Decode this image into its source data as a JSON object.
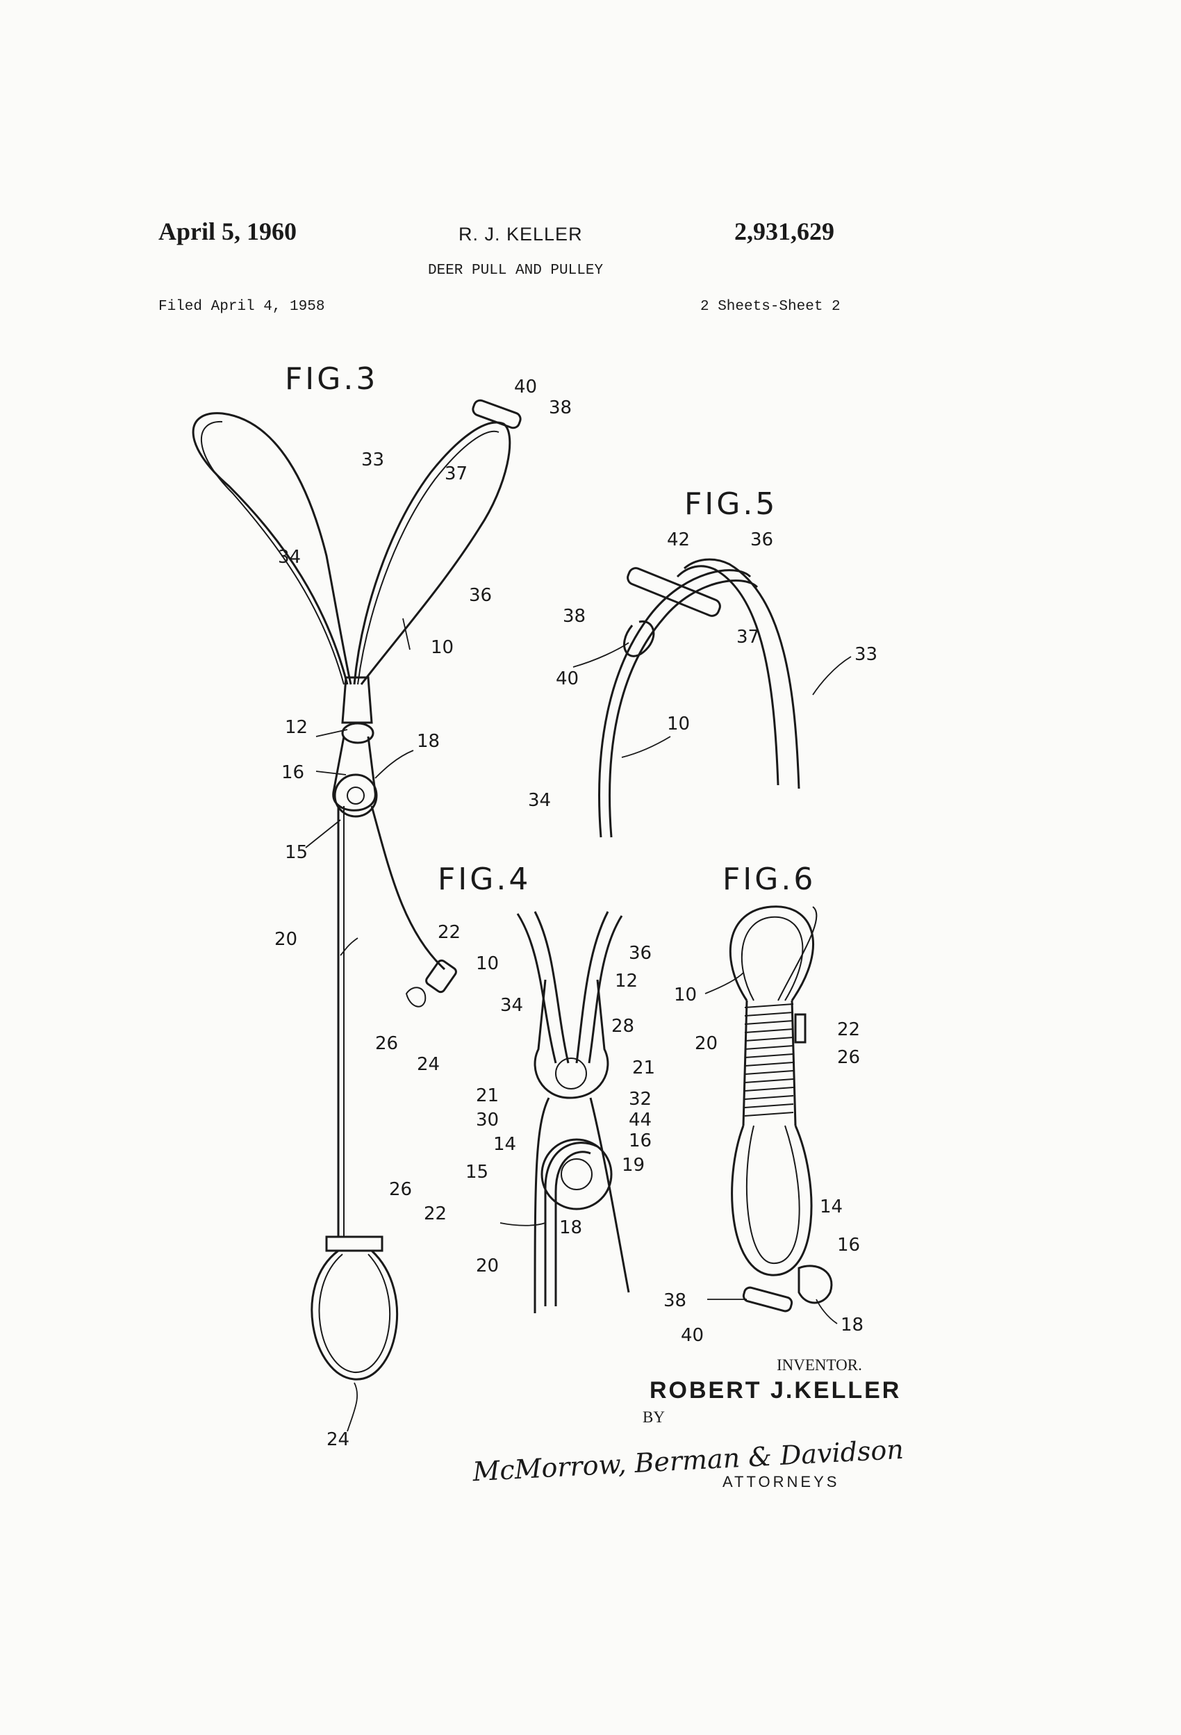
{
  "header": {
    "date": "April 5, 1960",
    "inventor": "R. J. KELLER",
    "patent_number": "2,931,629",
    "title": "DEER PULL AND PULLEY",
    "filed": "Filed April 4, 1958",
    "sheets": "2 Sheets-Sheet 2"
  },
  "figures": {
    "fig3": {
      "label": "FIG.3",
      "refs": [
        "40",
        "38",
        "33",
        "37",
        "34",
        "36",
        "10",
        "12",
        "18",
        "16",
        "15",
        "20",
        "22",
        "26",
        "24",
        "26",
        "22",
        "24"
      ]
    },
    "fig4": {
      "label": "FIG.4",
      "refs": [
        "10",
        "36",
        "34",
        "12",
        "28",
        "21",
        "21",
        "32",
        "30",
        "44",
        "14",
        "16",
        "15",
        "19",
        "18",
        "20"
      ]
    },
    "fig5": {
      "label": "FIG.5",
      "refs": [
        "42",
        "36",
        "38",
        "37",
        "33",
        "40",
        "10",
        "34"
      ]
    },
    "fig6": {
      "label": "FIG.6",
      "refs": [
        "10",
        "22",
        "20",
        "26",
        "14",
        "16",
        "38",
        "18",
        "40"
      ]
    }
  },
  "signature_block": {
    "inventor_label": "INVENTOR.",
    "inventor_name": "ROBERT J.KELLER",
    "by": "BY",
    "attorneys_signature": "McMorrow, Berman & Davidson",
    "attorneys_label": "ATTORNEYS"
  }
}
